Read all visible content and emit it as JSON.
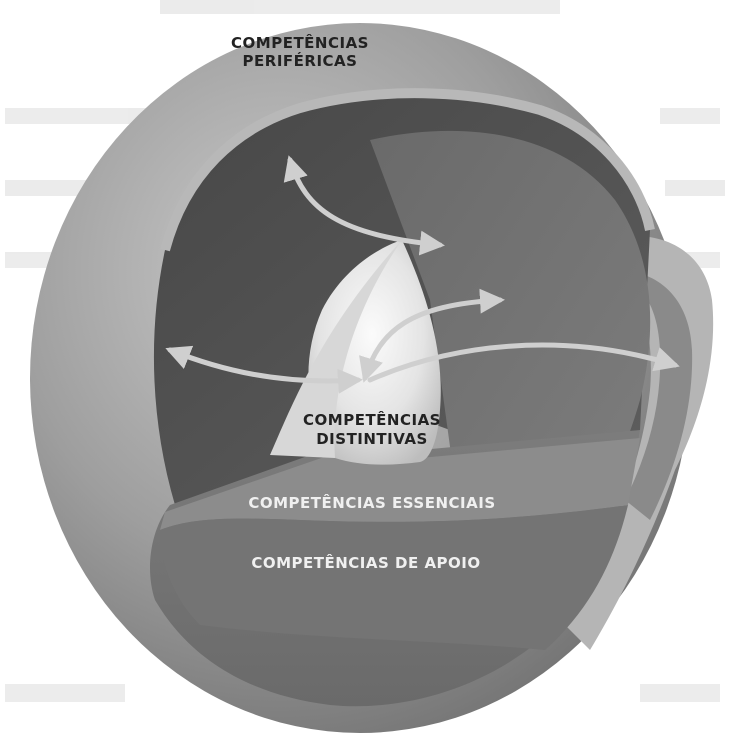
{
  "diagram": {
    "labels": {
      "peripheral_line1": "COMPETÊNCIAS",
      "peripheral_line2": "PERIFÉRICAS",
      "distinctive_line1": "COMPETÊNCIAS",
      "distinctive_line2": "DISTINTIVAS",
      "essential": "COMPETÊNCIAS ESSENCIAIS",
      "support": "COMPETÊNCIAS DE APOIO"
    },
    "colors": {
      "outer_shell": "#9a9a9a",
      "inner_wall": "#5a5a5a",
      "middle_layer": "#7a7a7a",
      "core": "#eeeeee",
      "arrow": "#c8c8c8",
      "label_light": "#f0f0f0",
      "label_dark": "#222222",
      "background_text": "#d9d9d9"
    }
  }
}
